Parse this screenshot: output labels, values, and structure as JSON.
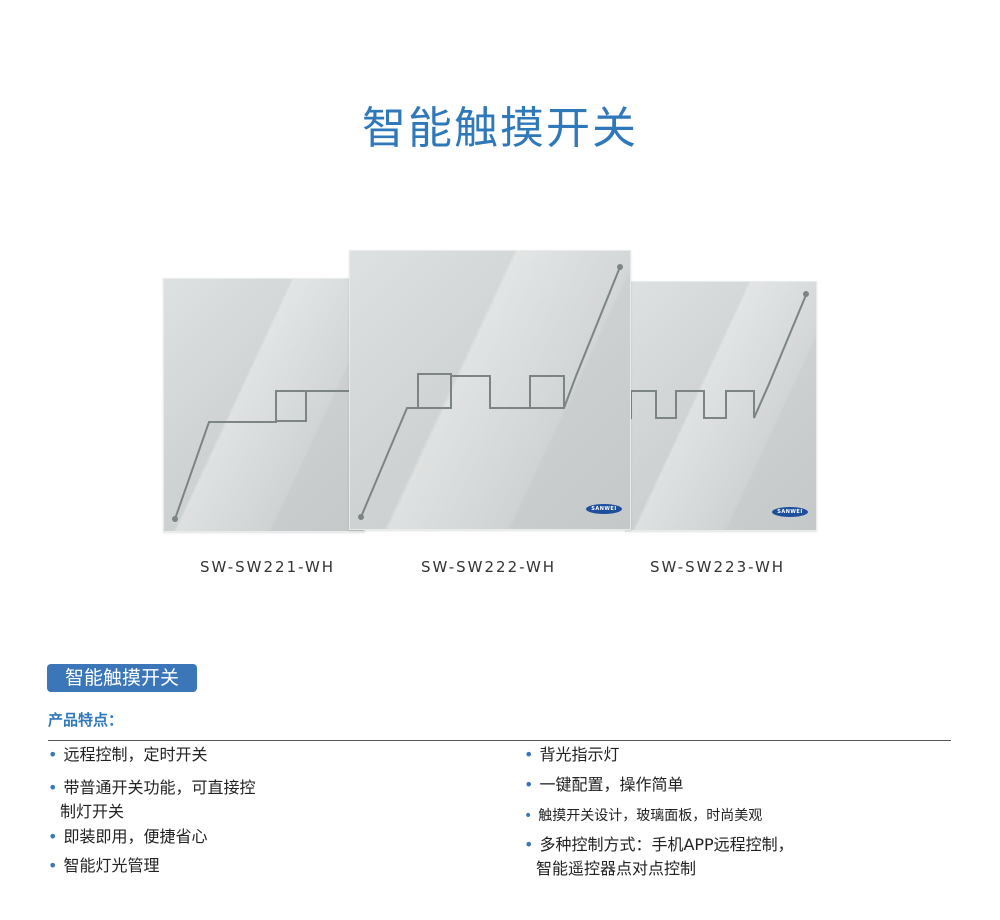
{
  "header": {
    "title": "智能触摸开关"
  },
  "products": [
    {
      "model": "SW-SW221-WH"
    },
    {
      "model": "SW-SW222-WH"
    },
    {
      "model": "SW-SW223-WH"
    }
  ],
  "logo_text": "SANWEI",
  "section": {
    "badge": "智能触摸开关",
    "features_title": "产品特点："
  },
  "features_left": [
    {
      "line1": "远程控制，定时开关",
      "line2": ""
    },
    {
      "line1": "带普通开关功能，可直接控",
      "line2": "制灯开关"
    },
    {
      "line1": "即装即用，便捷省心",
      "line2": ""
    },
    {
      "line1": "智能灯光管理",
      "line2": ""
    }
  ],
  "features_right": [
    {
      "line1": "背光指示灯",
      "line2": ""
    },
    {
      "line1": "一键配置，操作简单",
      "line2": ""
    },
    {
      "line1": "触摸开关设计，玻璃面板，时尚美观",
      "line2": ""
    },
    {
      "line1": "多种控制方式：手机APP远程控制，",
      "line2": "智能遥控器点对点控制"
    }
  ],
  "colors": {
    "accent": "#2f78b9",
    "badge": "#3a76b8",
    "panel": "#cfd3d3",
    "line": "#7c8486"
  }
}
